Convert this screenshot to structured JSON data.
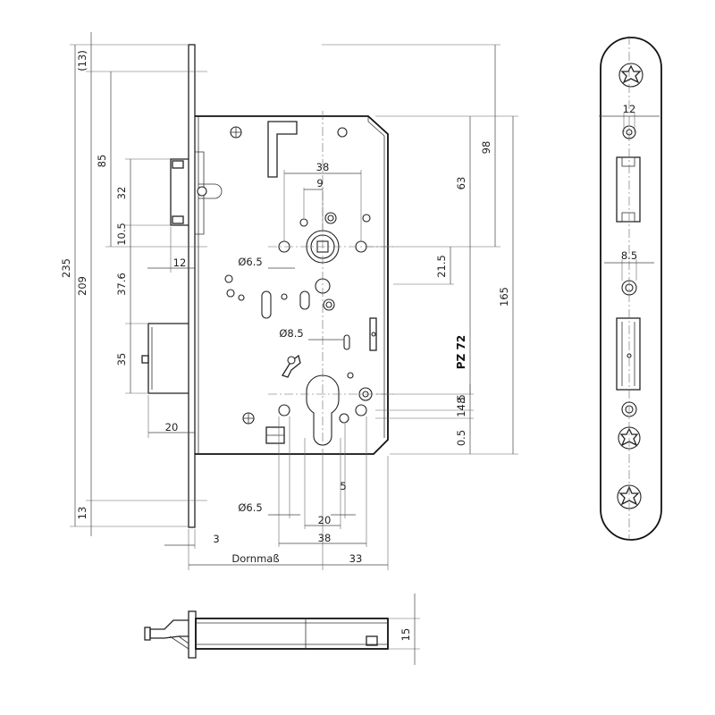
{
  "labels": {
    "d_13_top": "(13)",
    "d_235": "235",
    "d_209": "209",
    "d_85": "85",
    "d_32": "32",
    "d_10_5": "10.5",
    "d_12_left": "12",
    "d_37_6": "37.6",
    "d_35": "35",
    "d_20_left": "20",
    "d_13_bottom": "13",
    "d_3": "3",
    "d_dornmass": "Dornmaß",
    "d_33": "33",
    "d_38_top": "38",
    "d_9": "9",
    "d_dia_6_5_top": "Ø6.5",
    "d_dia_8_5": "Ø8.5",
    "d_dia_6_5_bottom": "Ø6.5",
    "d_5": "5",
    "d_20_bottom": "20",
    "d_38_bottom": "38",
    "d_98": "98",
    "d_63": "63",
    "d_21_5": "21.5",
    "d_165": "165",
    "d_pz72": "PZ 72",
    "d_8": "8",
    "d_14_5": "14.5",
    "d_0_5": "0.5",
    "d_12_plate": "12",
    "d_8_5_plate": "8.5",
    "d_15": "15"
  }
}
